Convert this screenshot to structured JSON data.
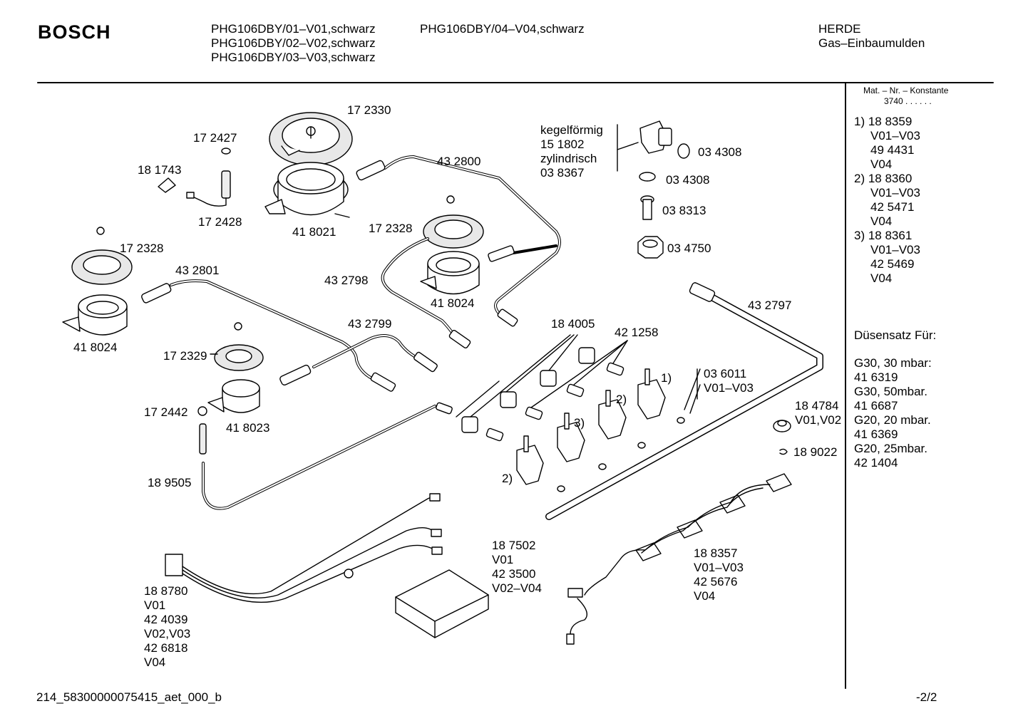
{
  "header": {
    "brand": "BOSCH",
    "models_col1": [
      "PHG106DBY/01–V01,schwarz",
      "PHG106DBY/02–V02,schwarz",
      "PHG106DBY/03–V03,schwarz"
    ],
    "models_col2": [
      "PHG106DBY/04–V04,schwarz"
    ],
    "category": "HERDE",
    "subcategory": "Gas–Einbaumulden"
  },
  "sidebar": {
    "mat_header": "Mat. – Nr. – Konstante",
    "mat_value": "3740 . . . . . .",
    "notes": [
      "1) 18 8359",
      "V01–V03",
      "49 4431",
      "V04",
      "2) 18 8360",
      "V01–V03",
      "42 5471",
      "V04",
      "3) 18 8361",
      "V01–V03",
      "42 5469",
      "V04"
    ],
    "nozzle_title": "Düsensatz Für:",
    "nozzles": [
      "G30, 30 mbar:",
      "41 6319",
      "G30, 50mbar.",
      "41 6687",
      "G20, 20 mbar.",
      "41 6369",
      "G20, 25mbar.",
      "42 1404"
    ]
  },
  "labels": {
    "p172330": "17 2330",
    "p172427": "17 2427",
    "p181743": "18 1743",
    "p172428": "17 2428",
    "p418021": "41 8021",
    "p432800": "43 2800",
    "kegel": [
      "kegelförmig",
      "15 1802",
      "zylindrisch",
      "03 8367"
    ],
    "p034308a": "03 4308",
    "p034308b": "03 4308",
    "p038313": "03 8313",
    "p034750": "03 4750",
    "p172328a": "17 2328",
    "p172328b": "17 2328",
    "p432801": "43 2801",
    "p432798": "43 2798",
    "p418024a": "41 8024",
    "p418024b": "41 8024",
    "p432799": "43 2799",
    "p432797": "43 2797",
    "p184005": "18 4005",
    "p421258": "42 1258",
    "p172329": "17 2329",
    "p172442": "17 2442",
    "p418023": "41 8023",
    "p036011": [
      "03 6011",
      "V01–V03"
    ],
    "p184784": [
      "18 4784",
      "V01,V02"
    ],
    "p189022": "18 9022",
    "p189505": "18 9505",
    "p187502": [
      "18 7502",
      "V01",
      "42 3500",
      "V02–V04"
    ],
    "p188780": [
      "18 8780",
      "V01",
      "42 4039",
      "V02,V03",
      "42 6818",
      "V04"
    ],
    "p188357": [
      "18 8357",
      "V01–V03",
      "42 5676",
      "V04"
    ],
    "call1": "1)",
    "call2a": "2)",
    "call2b": "2)",
    "call3": "3)"
  },
  "footer": {
    "doc_id": "214_58300000075415_aet_000_b",
    "page": "-2/2"
  }
}
